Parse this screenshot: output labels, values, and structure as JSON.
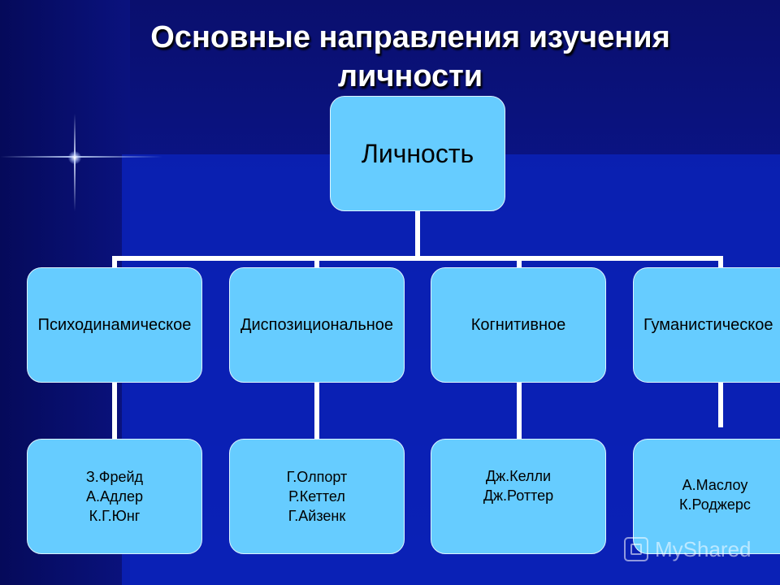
{
  "title": {
    "line1": "Основные направления изучения",
    "line2": "личности"
  },
  "root": {
    "label": "Личность"
  },
  "directions": [
    {
      "label": "Психодинамическое",
      "names": "З.Фрейд\nА.Адлер\nК.Г.Юнг"
    },
    {
      "label": "Диспозициональное",
      "names": "Г.Олпорт\nР.Кеттел\nГ.Айзенк"
    },
    {
      "label": "Когнитивное",
      "names": "Дж.Келли\nДж.Роттер"
    },
    {
      "label": "Гуманистическое",
      "names": "А.Маслоу\nК.Роджерс"
    }
  ],
  "watermark": {
    "text": "MyShared",
    "icon": "myshared-logo-icon"
  },
  "colors": {
    "box_fill": "#66ccff",
    "connector": "#ffffff",
    "title_text": "#ffffff"
  }
}
